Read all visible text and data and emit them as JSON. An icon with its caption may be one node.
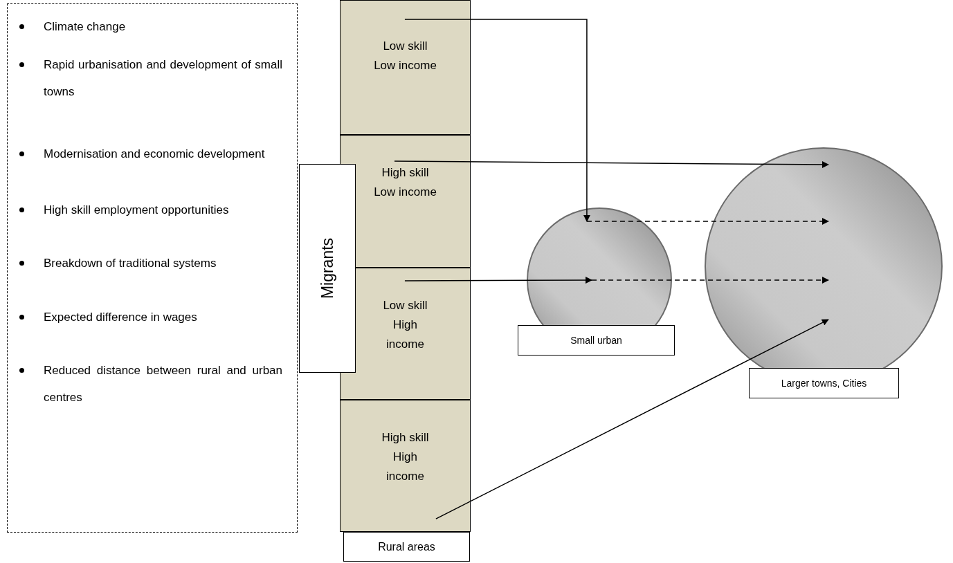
{
  "diagram": {
    "nodes": [
      {
        "text": [
          "Climate change",
          "Rapid urbanisation and development of small towns",
          "Modernisation and economic development",
          "High skill employment opportunities",
          "Breakdown of traditional systems",
          "Expected difference in wages",
          "Reduced distance between rural and urban centres"
        ]
      },
      {
        "text": [
          "Migrants"
        ]
      },
      {
        "text": [
          "Low skill Low income"
        ]
      },
      {
        "text": [
          "High skill Low income"
        ]
      },
      {
        "text": [
          "Low skill High income"
        ]
      },
      {
        "text": [
          "High skill High income"
        ]
      },
      {
        "text": [
          "Rural areas"
        ]
      },
      {
        "text": [],
        "shape": "circle"
      },
      {
        "text": [
          "Small urban"
        ]
      },
      {
        "text": [],
        "shape": "circle"
      },
      {
        "text": [
          "Larger towns, Cities"
        ]
      }
    ],
    "edges": [
      {
        "from": 2,
        "to": 7,
        "arrow": "to"
      },
      {
        "from": 3,
        "to": 9,
        "arrow": "to"
      },
      {
        "from": 7,
        "to": 9,
        "arrow": "to",
        "style": "dashed"
      },
      {
        "from": 4,
        "to": 7,
        "arrow": "to"
      },
      {
        "from": 7,
        "to": 9,
        "arrow": "to",
        "style": "dashed"
      },
      {
        "from": 5,
        "to": 9,
        "arrow": "to"
      }
    ]
  }
}
